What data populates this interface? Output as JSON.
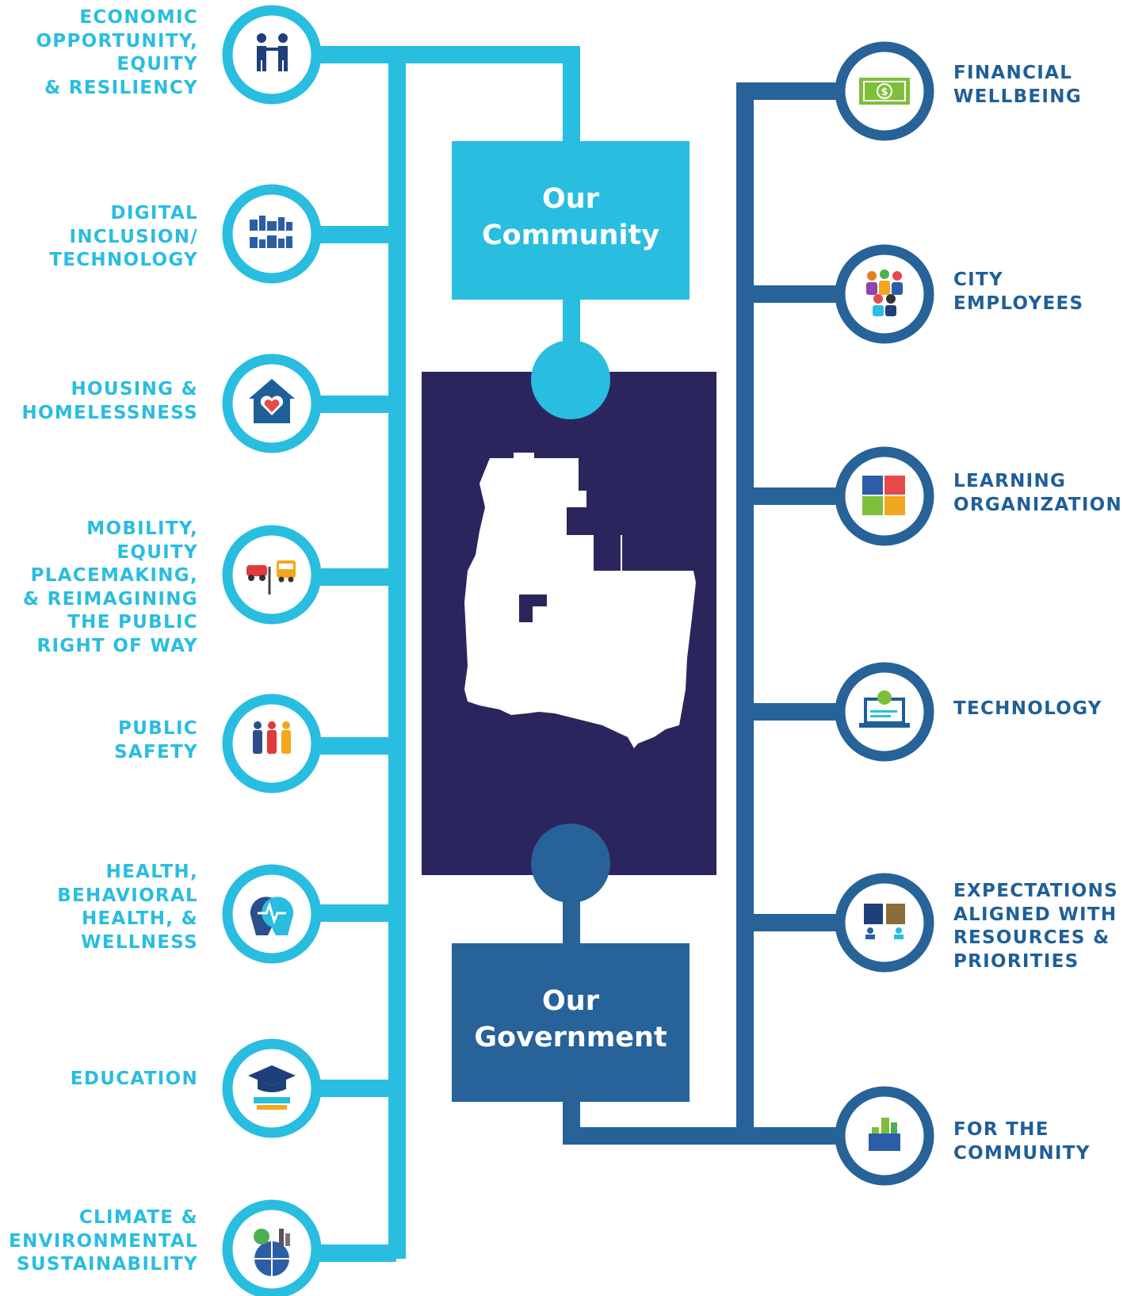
{
  "center": {
    "community_label": "Our\nCommunity",
    "government_label": "Our\nGovernment",
    "colors": {
      "community": "#29bde0",
      "government": "#276299",
      "map_panel": "#2b255e",
      "map": "#ffffff"
    }
  },
  "community_priorities": [
    {
      "label": "ECONOMIC\nOPPORTUNITY,\nEQUITY\n& RESILIENCY",
      "icon": "people-handshake-icon"
    },
    {
      "label": "DIGITAL\nINCLUSION/\nTECHNOLOGY",
      "icon": "connected-city-icon"
    },
    {
      "label": "HOUSING &\nHOMELESSNESS",
      "icon": "house-heart-icon"
    },
    {
      "label": "MOBILITY, EQUITY\nPLACEMAKING,\n& REIMAGINING\nTHE PUBLIC\nRIGHT OF WAY",
      "icon": "car-bike-bus-icon"
    },
    {
      "label": "PUBLIC\nSAFETY",
      "icon": "first-responders-icon"
    },
    {
      "label": "HEALTH,\nBEHAVIORAL\nHEALTH, &\nWELLNESS",
      "icon": "heads-heartbeat-icon"
    },
    {
      "label": "EDUCATION",
      "icon": "graduation-cap-icon"
    },
    {
      "label": "CLIMATE &\nENVIRONMENTAL\nSUSTAINABILITY",
      "icon": "globe-tree-icon"
    }
  ],
  "government_priorities": [
    {
      "label": "FINANCIAL\nWELLBEING",
      "icon": "dollar-bill-icon"
    },
    {
      "label": "CITY\nEMPLOYEES",
      "icon": "employees-group-icon"
    },
    {
      "label": "LEARNING\nORGANIZATION",
      "icon": "puzzle-pieces-icon"
    },
    {
      "label": "TECHNOLOGY",
      "icon": "laptop-gear-icon"
    },
    {
      "label": "EXPECTATIONS\nALIGNED WITH\nRESOURCES &\nPRIORITIES",
      "icon": "open-book-people-icon"
    },
    {
      "label": "FOR THE\nCOMMUNITY",
      "icon": "city-buildings-icon"
    }
  ]
}
